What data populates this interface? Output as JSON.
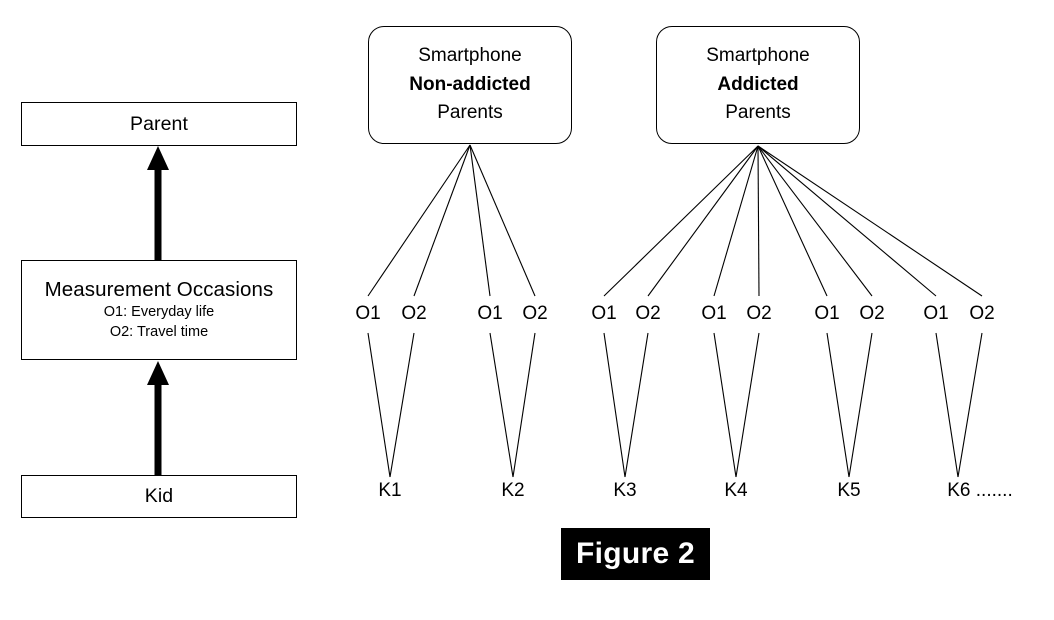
{
  "figure": {
    "caption": "Figure 2"
  },
  "left_panel": {
    "levels": [
      {
        "title": "Parent",
        "sublines": []
      },
      {
        "title": "Measurement Occasions",
        "sublines": [
          "O1: Everyday life",
          "O2: Travel time"
        ]
      },
      {
        "title": "Kid",
        "sublines": []
      }
    ],
    "arrow_direction": "upward"
  },
  "right_panel": {
    "groups": [
      {
        "id": "non-addicted",
        "line1": "Smartphone",
        "line2": "Non-addicted",
        "line3": "Parents",
        "line2_bold": true,
        "kids": [
          {
            "label": "K1",
            "occasions": [
              "O1",
              "O2"
            ]
          },
          {
            "label": "K2",
            "occasions": [
              "O1",
              "O2"
            ]
          }
        ]
      },
      {
        "id": "addicted",
        "line1": "Smartphone",
        "line2": "Addicted",
        "line3": "Parents",
        "line2_bold": true,
        "kids": [
          {
            "label": "K3",
            "occasions": [
              "O1",
              "O2"
            ]
          },
          {
            "label": "K4",
            "occasions": [
              "O1",
              "O2"
            ]
          },
          {
            "label": "K5",
            "occasions": [
              "O1",
              "O2"
            ]
          },
          {
            "label": "K6 .......",
            "occasions": [
              "O1",
              "O2"
            ]
          }
        ]
      }
    ]
  },
  "colors": {
    "background": "#ffffff",
    "stroke": "#000000",
    "caption_background": "#000000",
    "caption_text": "#ffffff"
  },
  "occasion_legend": {
    "O1": "Everyday life",
    "O2": "Travel time"
  }
}
